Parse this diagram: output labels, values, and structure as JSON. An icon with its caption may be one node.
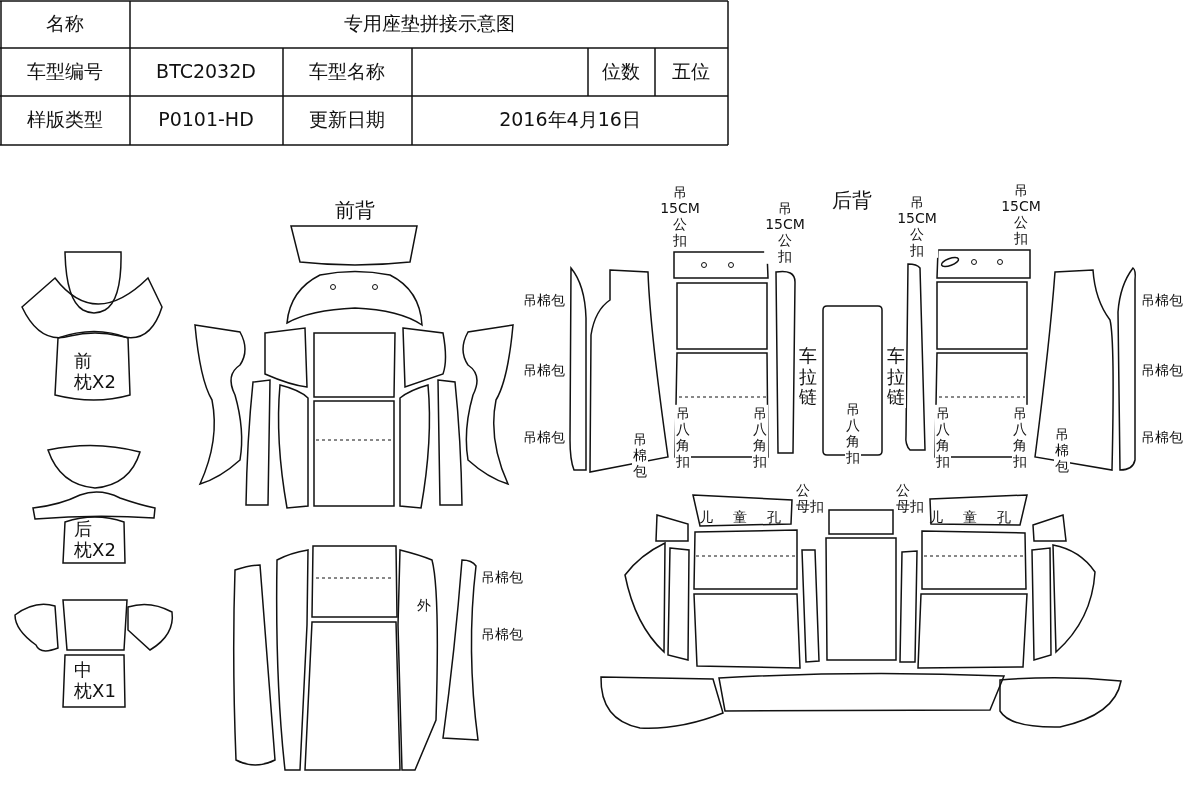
{
  "diagram": {
    "labels": [
      "名称",
      "专用座垫拼接示意图",
      "车型编号",
      "BTC2032D",
      "车型名称",
      "位数",
      "五位",
      "样版类型",
      "P0101-HD",
      "更新日期",
      "2016年4月16日",
      "前背",
      "后背",
      "前枕X2",
      "后枕X2",
      "中枕X1",
      "吊15CM公扣",
      "吊15CM公扣",
      "吊15CM公扣",
      "吊15CM公扣",
      "吊棉包",
      "吊棉包",
      "吊棉包",
      "吊棉包",
      "车拉链",
      "吊八角扣",
      "吊八角扣",
      "吊八角扣",
      "车拉链",
      "吊八角扣",
      "吊八角扣",
      "吊棉包",
      "吊棉包",
      "吊棉包",
      "吊棉包",
      "公母扣",
      "公母扣",
      "儿童孔",
      "儿童孔",
      "吊棉包",
      "外",
      "吊棉包"
    ]
  }
}
